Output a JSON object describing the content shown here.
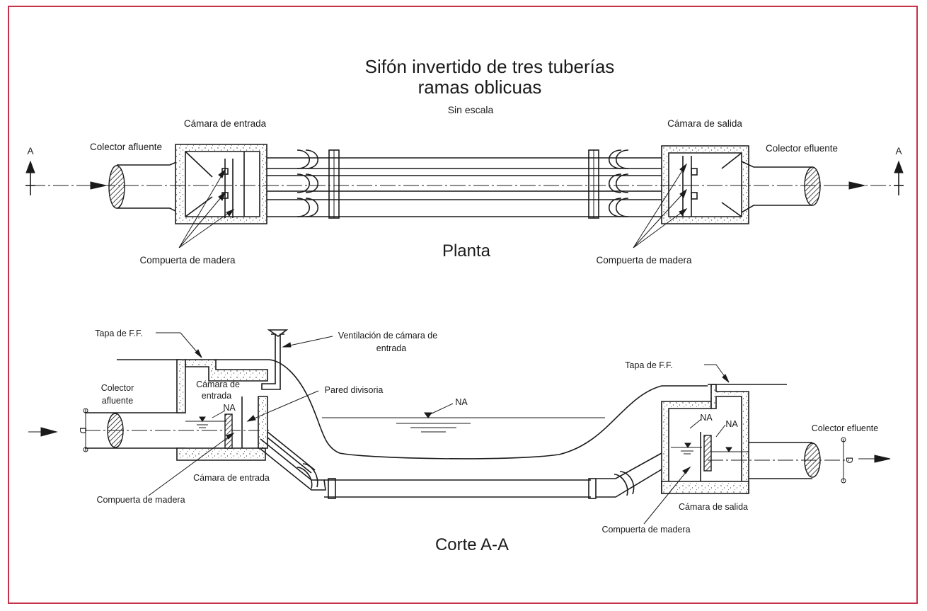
{
  "title": {
    "line1": "Sifón invertido de tres tuberías",
    "line2": "ramas oblicuas",
    "scale_note": "Sin escala"
  },
  "plan": {
    "view_label": "Planta",
    "section_mark_left": "A",
    "section_mark_right": "A",
    "inlet_chamber": "Cámara de entrada",
    "outlet_chamber": "Cámara de salida",
    "inlet_collector": "Colector afluente",
    "outlet_collector": "Colector efluente",
    "gate_left": "Compuerta de madera",
    "gate_right": "Compuerta de madera"
  },
  "section": {
    "view_label": "Corte A-A",
    "cover_left": "Tapa de F.F.",
    "cover_right": "Tapa de F.F.",
    "ventilation_line1": "Ventilación de cámara de",
    "ventilation_line2": "entrada",
    "inlet_chamber_inner_line1": "Cámara de",
    "inlet_chamber_inner_line2": "entrada",
    "inlet_collector_line1": "Colector",
    "inlet_collector_line2": "afluente",
    "divider_wall": "Pared divisoria",
    "water_level_left": "NA",
    "water_level_center": "NA",
    "water_level_right_1": "NA",
    "water_level_right_2": "NA",
    "outlet_collector": "Colector efluente",
    "diameter_left": "D",
    "diameter_right": "D",
    "inlet_chamber_below": "Cámara de entrada",
    "gate_left": "Compuerta de madera",
    "outlet_chamber_below": "Cámara de salida",
    "gate_right": "Compuerta de madera"
  }
}
